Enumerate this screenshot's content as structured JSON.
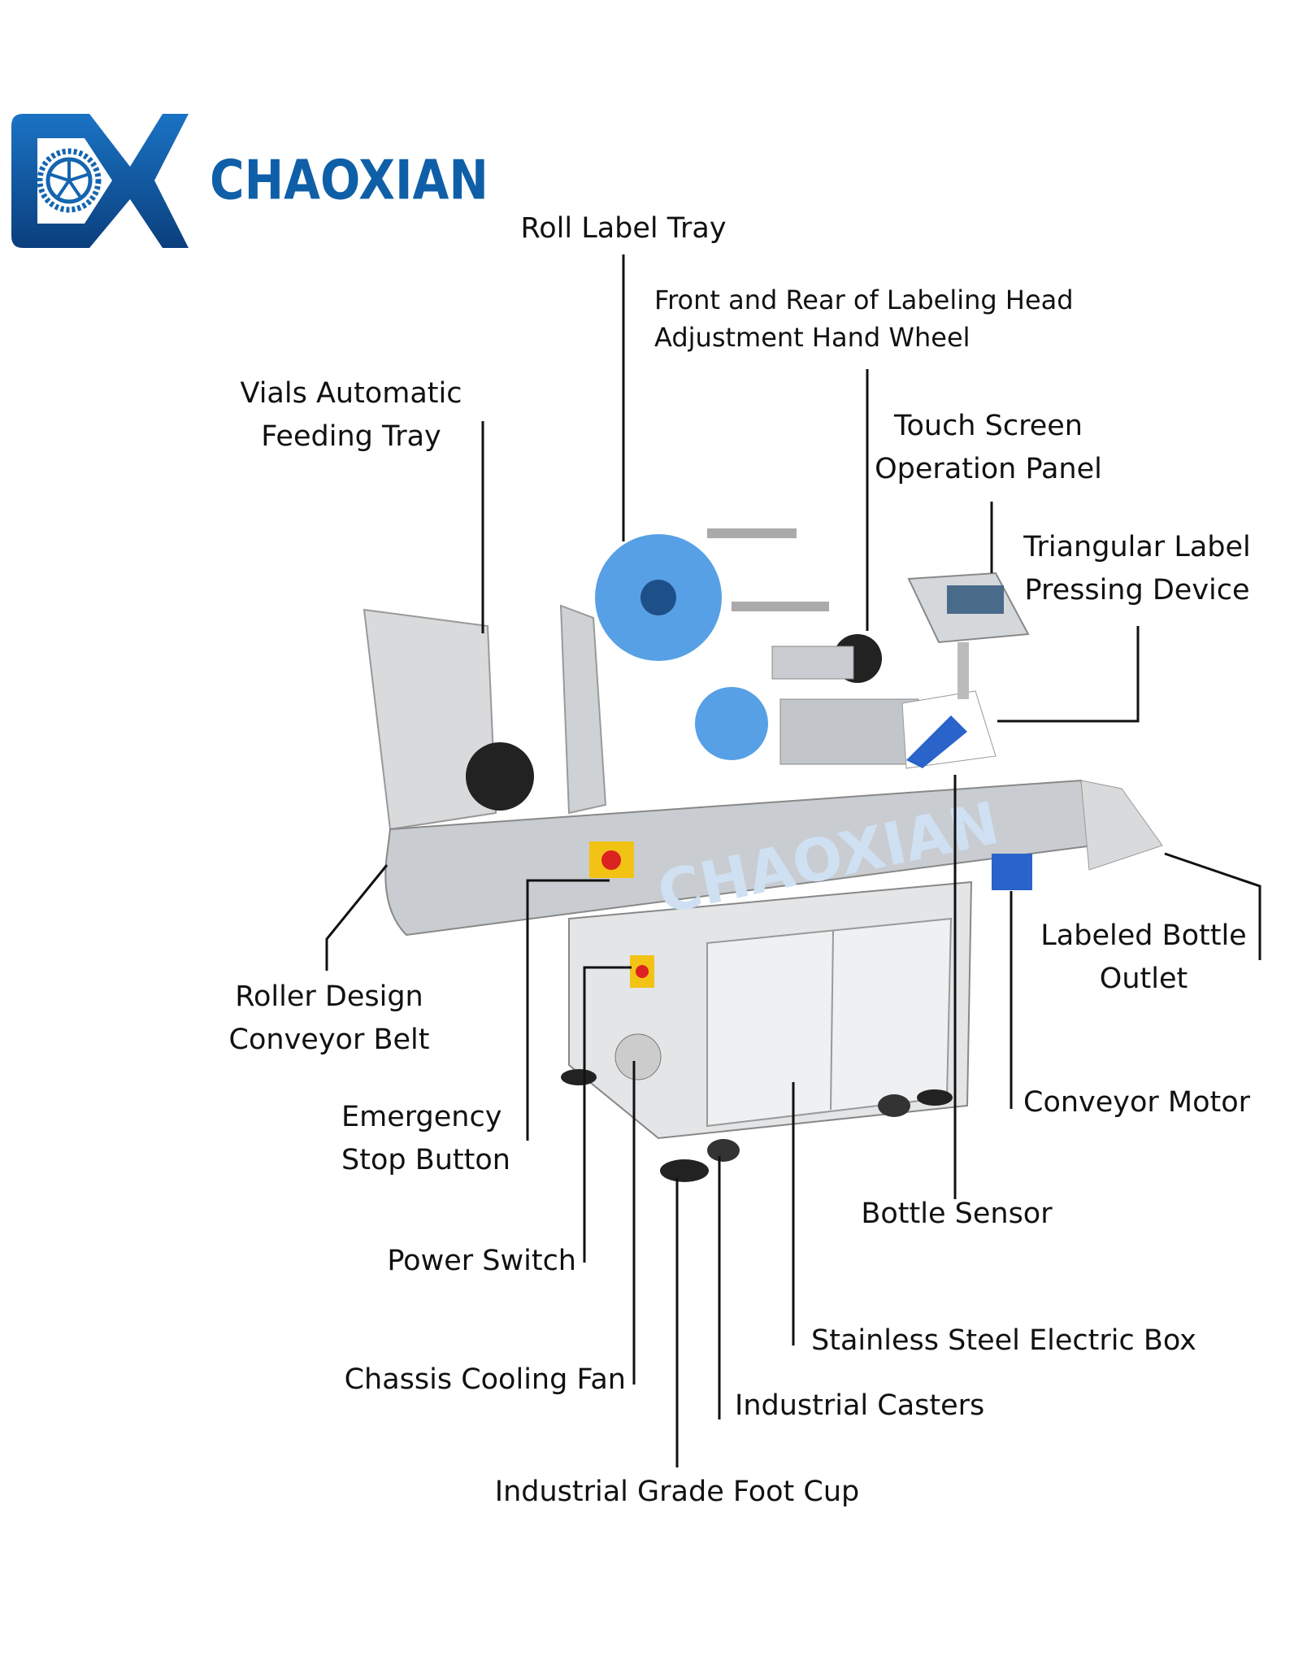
{
  "brand": {
    "name": "CHAOXIAN",
    "logo_letters": "CX",
    "color": "#0f5fa8"
  },
  "watermark": "CHAOXIAN",
  "labels": {
    "roll_label_tray": [
      "Roll Label Tray"
    ],
    "hand_wheel": [
      "Front and Rear of Labeling Head",
      "Adjustment Hand Wheel"
    ],
    "feeding_tray": [
      "Vials Automatic",
      "Feeding Tray"
    ],
    "touch_screen": [
      "Touch Screen",
      "Operation Panel"
    ],
    "pressing_device": [
      "Triangular Label",
      "Pressing Device"
    ],
    "bottle_outlet": [
      "Labeled Bottle",
      "Outlet"
    ],
    "conveyor_belt": [
      "Roller Design",
      "Conveyor Belt"
    ],
    "emergency_stop": [
      "Emergency",
      "Stop Button"
    ],
    "conveyor_motor": [
      "Conveyor Motor"
    ],
    "bottle_sensor": [
      "Bottle Sensor"
    ],
    "power_switch": [
      "Power Switch"
    ],
    "electric_box": [
      "Stainless Steel Electric Box"
    ],
    "cooling_fan": [
      "Chassis Cooling Fan"
    ],
    "casters": [
      "Industrial Casters"
    ],
    "foot_cup": [
      "Industrial Grade Foot Cup"
    ]
  }
}
